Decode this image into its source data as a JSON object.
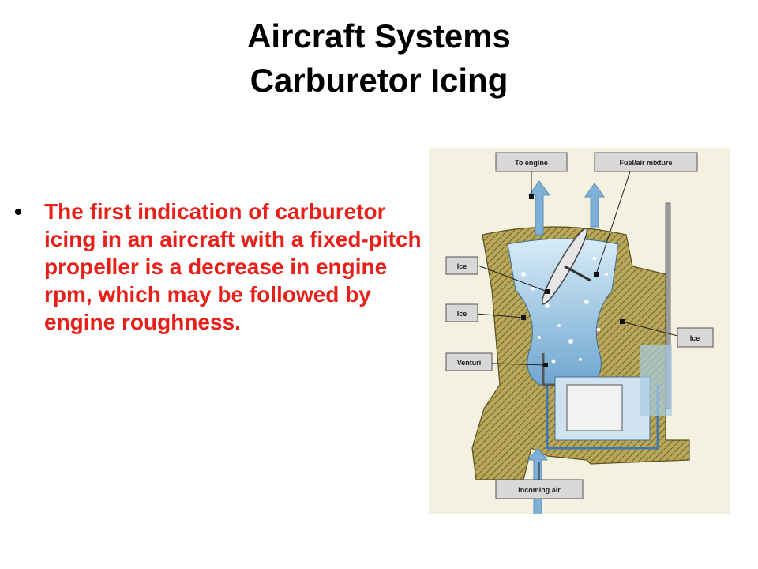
{
  "slide": {
    "title_line1": "Aircraft Systems",
    "title_line2": "Carburetor Icing",
    "bullet": "The first indication of carburetor icing in an aircraft with a fixed-pitch propeller is a decrease in engine rpm, which may be followed by engine roughness."
  },
  "diagram": {
    "labels": {
      "to_engine": "To engine",
      "fuel_air": "Fuel/air mixture",
      "ice_1": "Ice",
      "ice_2": "Ice",
      "ice_3": "Ice",
      "venturi": "Venturi",
      "incoming_air": "Incoming air"
    }
  },
  "colors": {
    "text_red": "#e8201a",
    "title": "#000000",
    "figure_bg": "#f4f1e0",
    "housing": "#b9a85a",
    "hatch": "#6e6128",
    "ice_blue": "#9cc8e6",
    "airflow": "#7fb0d6"
  }
}
